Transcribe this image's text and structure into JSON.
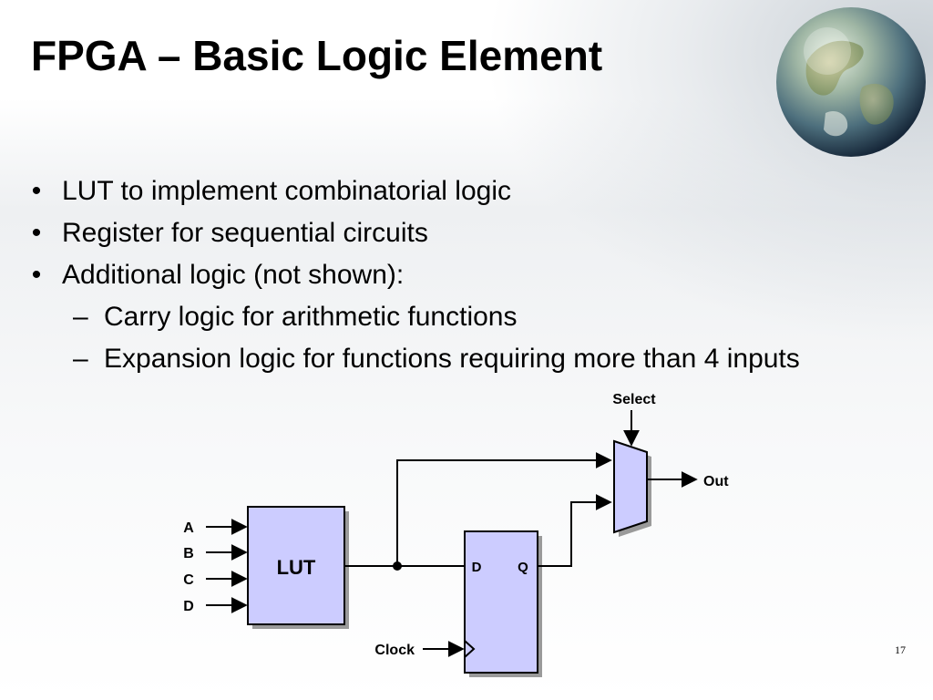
{
  "slide": {
    "title": "FPGA – Basic Logic Element",
    "page_number": "17"
  },
  "bullets": [
    {
      "level": 1,
      "marker": "•",
      "text": "LUT to implement combinatorial logic"
    },
    {
      "level": 1,
      "marker": "•",
      "text": "Register for sequential circuits"
    },
    {
      "level": 1,
      "marker": "•",
      "text": "Additional logic (not shown):"
    },
    {
      "level": 2,
      "marker": "–",
      "text": "Carry logic for arithmetic functions"
    },
    {
      "level": 2,
      "marker": "–",
      "text": "Expansion logic for functions requiring more than 4 inputs"
    }
  ],
  "diagram": {
    "inputs": [
      "A",
      "B",
      "C",
      "D"
    ],
    "lut_label": "LUT",
    "ff_d_label": "D",
    "ff_q_label": "Q",
    "clock_label": "Clock",
    "select_label": "Select",
    "out_label": "Out",
    "colors": {
      "block_fill": "#ccccff",
      "block_stroke": "#000000",
      "shadow": "#9a9a9a",
      "wire": "#000000"
    }
  },
  "decor": {
    "globe": "earth-globe-image"
  }
}
